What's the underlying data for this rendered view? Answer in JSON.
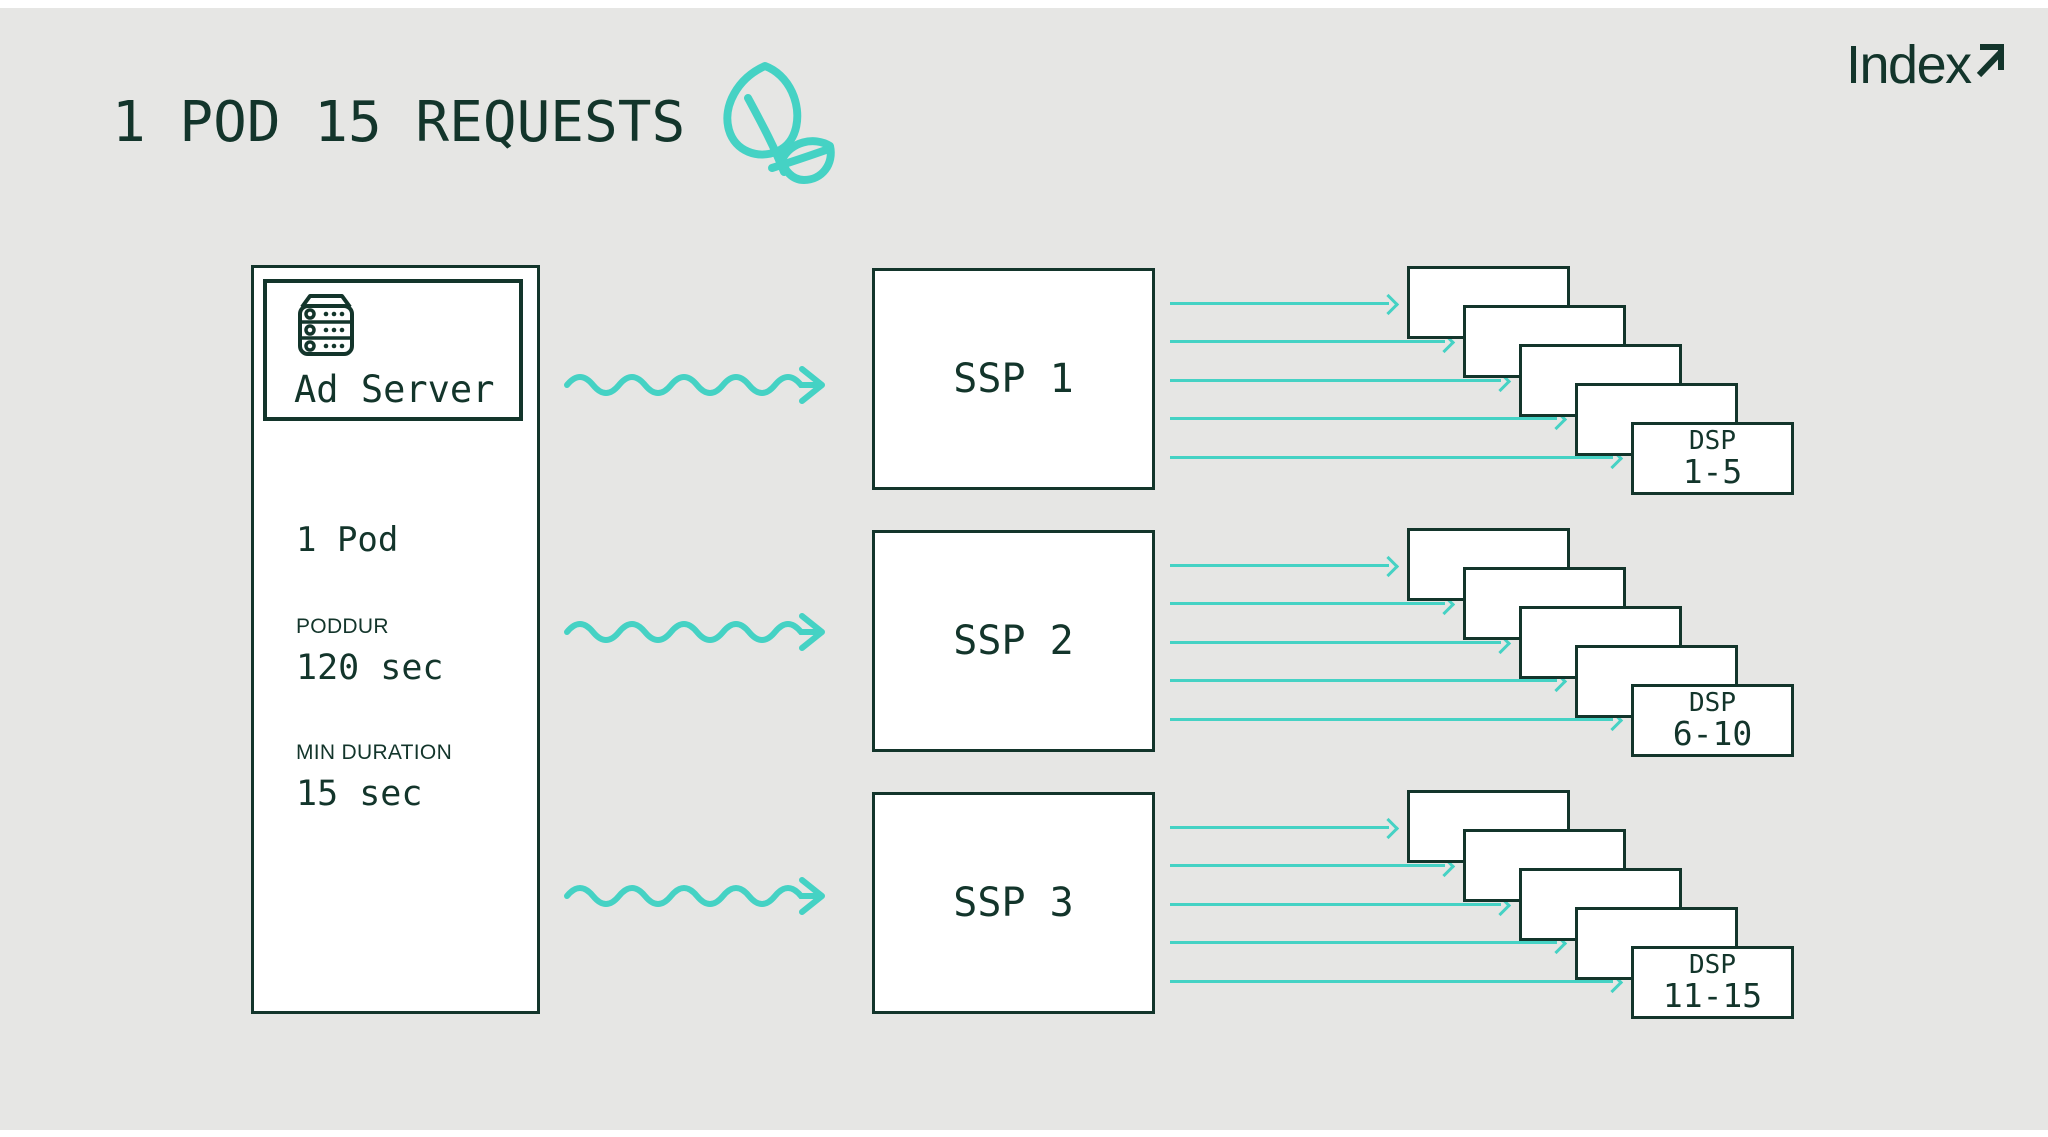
{
  "colors": {
    "background": "#e6e6e4",
    "dark_green": "#13352b",
    "teal": "#45d2c4",
    "box_fill": "#ffffff"
  },
  "header": {
    "title": "1 POD 15 REQUESTS",
    "brand": "Index"
  },
  "ad_server": {
    "name": "Ad Server",
    "pod": "1 Pod",
    "specs": [
      {
        "label": "PODDUR",
        "value": "120 sec"
      },
      {
        "label": "MIN DURATION",
        "value": "15 sec"
      }
    ]
  },
  "rows": [
    {
      "ssp": "SSP 1",
      "dsp": {
        "label": "DSP",
        "range": "1-5"
      }
    },
    {
      "ssp": "SSP 2",
      "dsp": {
        "label": "DSP",
        "range": "6-10"
      }
    },
    {
      "ssp": "SSP 3",
      "dsp": {
        "label": "DSP",
        "range": "11-15"
      }
    }
  ],
  "icons": {
    "leaf": "leaf-icon",
    "server": "server-rack-icon",
    "brand_arrow": "arrow-up-right-icon"
  }
}
